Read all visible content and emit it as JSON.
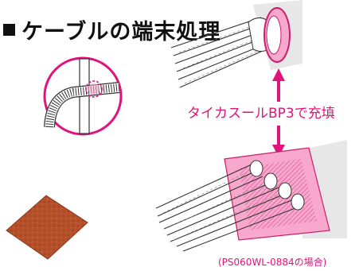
{
  "title": {
    "text": "ケーブルの端末処理"
  },
  "label": {
    "fill_text": "タイカスールBP3で充填"
  },
  "note": {
    "text": "(PS060WL-0884の場合)"
  },
  "colors": {
    "accent": "#e0147a",
    "pink_fill": "#f7a8cc",
    "sheet": "#b5502a"
  },
  "icons": {
    "arrow_up": "arrow-up-icon",
    "arrow_down": "arrow-down-icon"
  }
}
